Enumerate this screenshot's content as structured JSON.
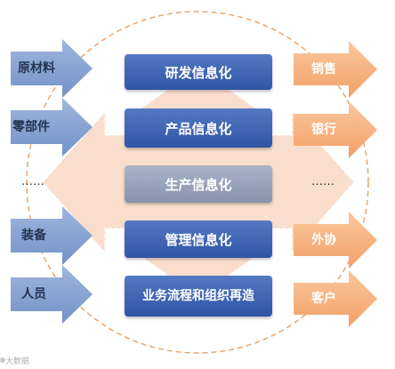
{
  "center_blocks": [
    {
      "label": "研发信息化"
    },
    {
      "label": "产品信息化"
    },
    {
      "label": "生产信息化"
    },
    {
      "label": "管理信息化"
    },
    {
      "label": "业务流程和组织再造"
    }
  ],
  "left_inputs": [
    {
      "label": "原材料"
    },
    {
      "label": "零部件"
    },
    {
      "label": "……"
    },
    {
      "label": "装备"
    },
    {
      "label": "人员"
    }
  ],
  "right_outputs": [
    {
      "label": "销售"
    },
    {
      "label": "银行"
    },
    {
      "label": "……"
    },
    {
      "label": "外协"
    },
    {
      "label": "客户"
    }
  ],
  "watermark": "大数据",
  "colors": {
    "left_arrow": "#7f9ccf",
    "right_arrow": "#f6b27c",
    "block_blue": "#3a5fb0",
    "block_gray": "#949eb6",
    "center_arrow": "#f7d6c2",
    "circle": "#e8a064"
  }
}
